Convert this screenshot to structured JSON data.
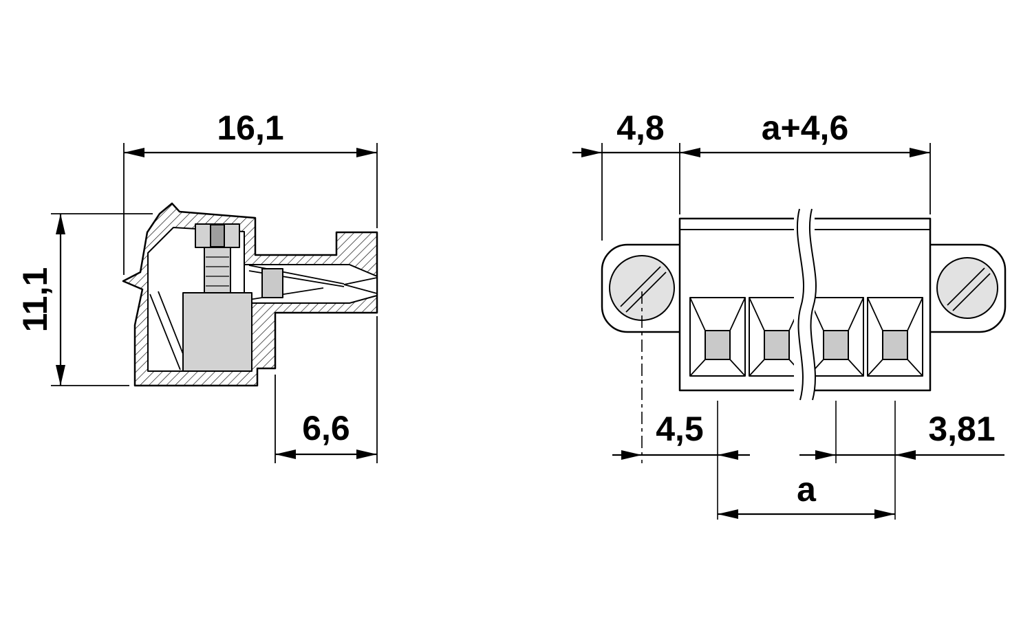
{
  "colors": {
    "line": "#000000",
    "background": "#ffffff",
    "metal_light": "#e2e2e2",
    "part_gray": "#d2d2d2",
    "insert_gray": "#c9c9c9",
    "slot_gray": "#9e9e9e"
  },
  "side_view": {
    "dim_overall_width": "16,1",
    "dim_overall_height": "11,1",
    "dim_socket_depth": "6,6"
  },
  "front_view": {
    "dim_flange_width": "4,8",
    "dim_body_width": "a+4,6",
    "dim_screw_to_pin": "4,5",
    "dim_pin_pitch": "3,81",
    "dim_pin_span": "a"
  }
}
